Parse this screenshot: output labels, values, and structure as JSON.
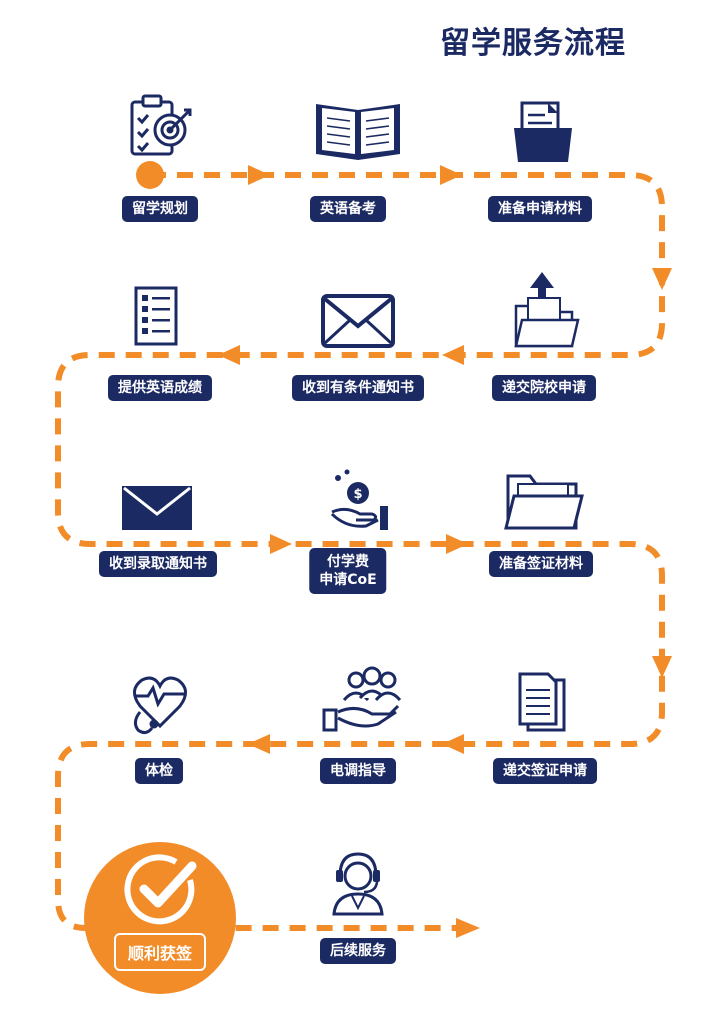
{
  "title": "留学服务流程",
  "colors": {
    "navy": "#1c2a63",
    "orange": "#f28c28",
    "white": "#ffffff"
  },
  "steps": [
    {
      "label": "留学规划",
      "icon": "planning-checklist-target-icon"
    },
    {
      "label": "英语备考",
      "icon": "open-book-icon"
    },
    {
      "label": "准备申请材料",
      "icon": "document-folder-icon"
    },
    {
      "label": "递交院校申请",
      "icon": "upload-folder-icon"
    },
    {
      "label": "收到有条件通知书",
      "icon": "envelope-outline-icon"
    },
    {
      "label": "提供英语成绩",
      "icon": "checklist-icon"
    },
    {
      "label": "收到录取通知书",
      "icon": "envelope-solid-icon"
    },
    {
      "label_line1": "付学费",
      "label_line2": "申请CoE",
      "icon": "hand-coin-icon"
    },
    {
      "label": "准备签证材料",
      "icon": "open-folder-icon"
    },
    {
      "label": "递交签证申请",
      "icon": "document-pages-icon"
    },
    {
      "label": "电调指导",
      "icon": "hand-people-icon"
    },
    {
      "label": "体检",
      "icon": "heartbeat-stethoscope-icon"
    },
    {
      "label": "顺利获签",
      "icon": "check-circle-icon"
    },
    {
      "label": "后续服务",
      "icon": "headset-support-icon"
    }
  ]
}
